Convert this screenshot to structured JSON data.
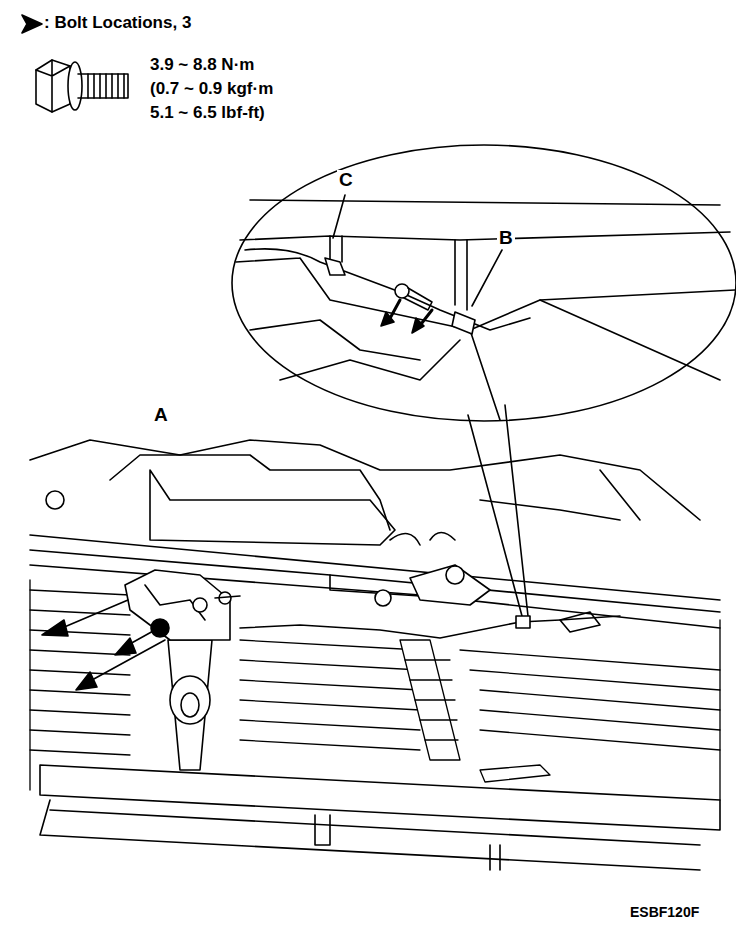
{
  "diagram": {
    "labels": [
      "3.9 ~ 8.8 N·m",
      "(0.7 ~ 0.9 kgf·m",
      "5.1 ~ 6.5 lbf-ft)",
      "C",
      "B",
      "A",
      "ESBF120F"
    ],
    "legend": [
      {
        "text": ": Bolt Locations, 3"
      }
    ]
  }
}
